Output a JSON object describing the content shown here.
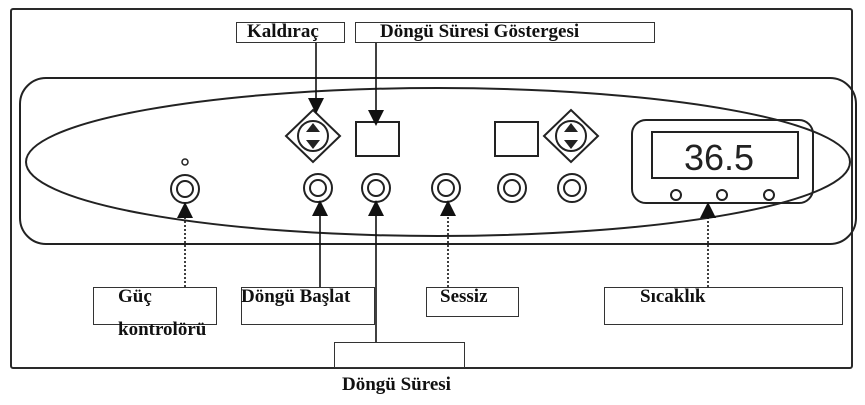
{
  "labels": {
    "kaldirac": "Kaldıraç",
    "dongu_suresi_gostergesi": "Döngü Süresi Göstergesi",
    "guc": "Güç",
    "guc_kontrol": "kontrolörü",
    "dongu_baslat": "Döngü Başlat",
    "sessiz": "Sessiz",
    "sicaklik": "Sıcaklık",
    "dongu_suresi": "Döngü Süresi"
  },
  "display": {
    "temperature": "36.5"
  }
}
